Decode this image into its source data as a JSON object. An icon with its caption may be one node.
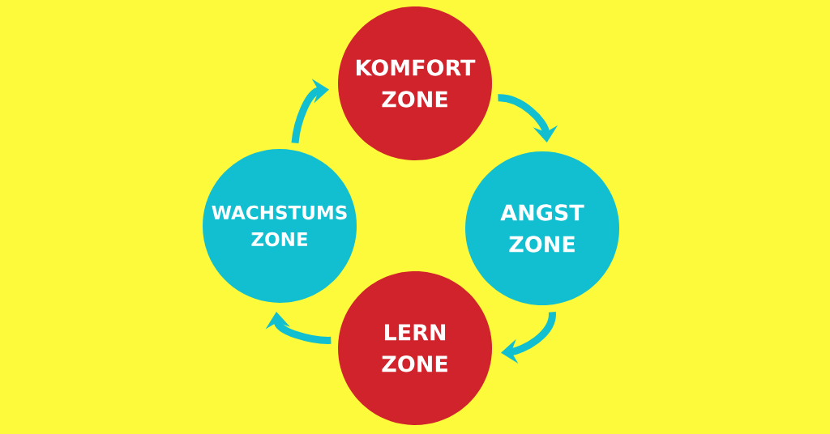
{
  "diagram": {
    "nodes": [
      {
        "text": [
          "KOMFORT ZONE"
        ]
      },
      {
        "text": [
          "WACHSTUMS ZONE"
        ]
      },
      {
        "text": [
          "ANGST ZONE"
        ]
      },
      {
        "text": [
          "LERN ZONE"
        ]
      }
    ],
    "edges": [
      {
        "from": 0,
        "to": 2,
        "arrow": "to"
      },
      {
        "from": 2,
        "to": 3,
        "arrow": "to"
      },
      {
        "from": 3,
        "to": 1,
        "arrow": "to"
      },
      {
        "from": 1,
        "to": 0,
        "arrow": "to"
      }
    ]
  }
}
